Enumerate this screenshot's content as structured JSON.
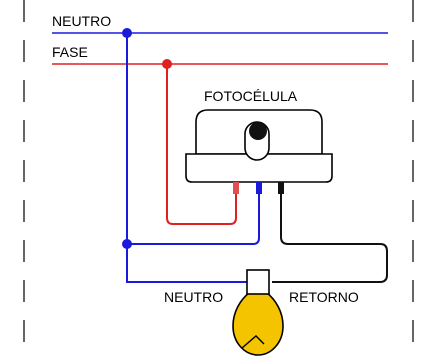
{
  "labels": {
    "neutro_top": "NEUTRO",
    "fase": "FASE",
    "fotocelula": "FOTOCÉLULA",
    "neutro_bottom": "NEUTRO",
    "retorno": "RETORNO"
  },
  "colors": {
    "neutro": "#1a1adc",
    "fase": "#e02020",
    "retorno": "#111111",
    "bulb": "#f5c400",
    "background": "#ffffff"
  }
}
